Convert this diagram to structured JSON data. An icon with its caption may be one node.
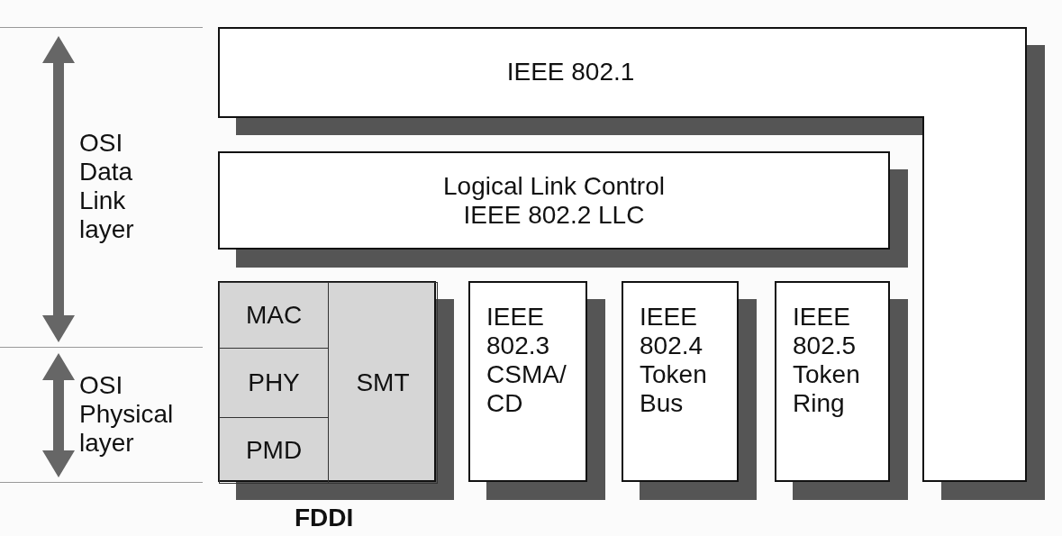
{
  "diagram": {
    "nodes": [
      {
        "text": [
          "IEEE 802.1"
        ]
      },
      {
        "text": [
          "Logical Link Control",
          "IEEE 802.2 LLC"
        ]
      },
      {
        "text": [],
        "shape": "box",
        "beside": [
          "FDDI"
        ]
      },
      {
        "text": [
          "MAC"
        ],
        "in": 2
      },
      {
        "text": [
          "PHY"
        ],
        "in": 2
      },
      {
        "text": [
          "PMD"
        ],
        "in": 2
      },
      {
        "text": [
          "SMT"
        ],
        "in": 2
      },
      {
        "text": [
          "IEEE 802.3 CSMA/ CD"
        ]
      },
      {
        "text": [
          "IEEE 802.4 Token Bus"
        ]
      },
      {
        "text": [
          "IEEE 802.5 Token Ring"
        ]
      }
    ],
    "edges": [],
    "labels": [
      "OSI Data Link layer",
      "OSI Physical layer"
    ]
  }
}
